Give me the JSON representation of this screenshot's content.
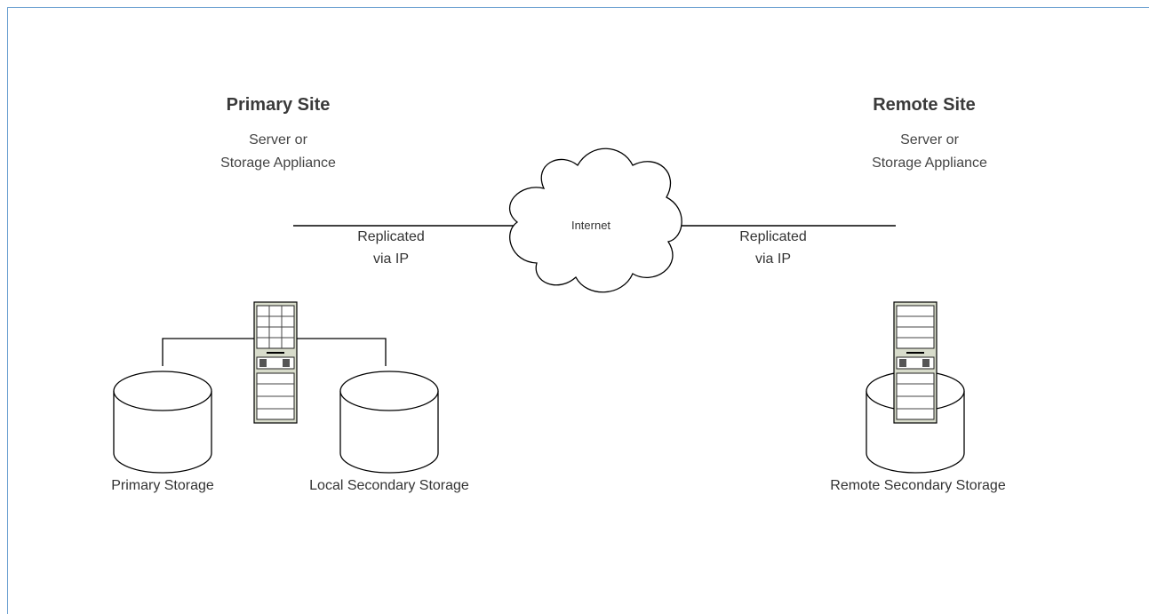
{
  "primary_site": {
    "title": "Primary Site",
    "subtitle_line1": "Server or",
    "subtitle_line2": "Storage Appliance"
  },
  "remote_site": {
    "title": "Remote Site",
    "subtitle_line1": "Server or",
    "subtitle_line2": "Storage Appliance"
  },
  "cloud": {
    "label": "Internet"
  },
  "left_link": {
    "line1": "Replicated",
    "line2": "via IP"
  },
  "right_link": {
    "line1": "Replicated",
    "line2": "via IP"
  },
  "storage": {
    "primary": "Primary Storage",
    "local_secondary": "Local Secondary Storage",
    "remote_secondary": "Remote Secondary Storage"
  },
  "colors": {
    "frame_border": "#6a9fd0",
    "server_fill": "#d8dccb",
    "line": "#000000"
  },
  "icons": [
    "server-icon",
    "disk-cylinder-icon",
    "internet-cloud-icon"
  ]
}
